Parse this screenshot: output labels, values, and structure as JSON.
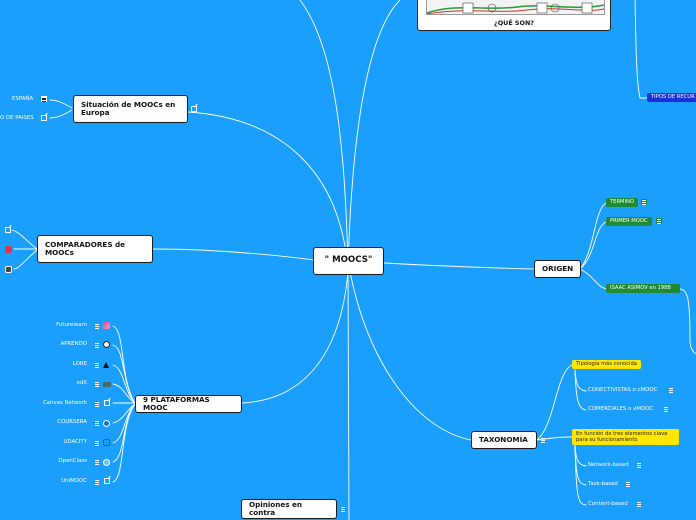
{
  "center": {
    "label": "\" MOOCS\""
  },
  "nodes": {
    "situacion": {
      "label": "Situación de MOOCs en Europa"
    },
    "comparadores": {
      "label": "COMPARADORES de MOOCs"
    },
    "plataformas": {
      "label": "9 PLATAFORMAS MOOC"
    },
    "opiniones": {
      "label": "Opiniones en contra"
    },
    "origen": {
      "label": "ORIGEN"
    },
    "taxonomia": {
      "label": "TAXONOMÍA"
    },
    "que_son": {
      "label": "¿QUÉ SON?"
    }
  },
  "situacion_leaves": [
    {
      "label": "ESPAÑA"
    },
    {
      "label": "O DE PAISES"
    }
  ],
  "plataformas_leaves": [
    {
      "label": "Futurelearn",
      "icon": "futurelearn-logo",
      "color": "#e84393"
    },
    {
      "label": "APRENDO",
      "icon": "github-icon",
      "color": "#ffffff"
    },
    {
      "label": "LORE",
      "icon": "triangle-icon",
      "color": "#111111"
    },
    {
      "label": "edX",
      "icon": "edx-logo",
      "color": "#4a6a6a"
    },
    {
      "label": "Canvas Network",
      "icon": "external-link-icon",
      "color": "#ffffff"
    },
    {
      "label": "COURSERA",
      "icon": "coursera-logo",
      "color": "#1f6fd1"
    },
    {
      "label": "UDACITY",
      "icon": "udacity-logo",
      "color": "#1a7ad6"
    },
    {
      "label": "OpenClass",
      "icon": "openclass-logo",
      "color": "#6bbde8"
    },
    {
      "label": "UniMOOC",
      "icon": "external-link-icon",
      "color": "#ffffff"
    }
  ],
  "origen_leaves": [
    {
      "label": "TERMINO"
    },
    {
      "label": "PRIMER MOOC"
    },
    {
      "label": "ISAAC ASIMOV en 1988"
    }
  ],
  "tipos": {
    "label": "TIPOS DE RECUR"
  },
  "taxonomia_groups": {
    "tipologia": {
      "label": "Tipología más conocida"
    },
    "tipologia_items": [
      {
        "label": "CONECTIVISTAS o cMOOC"
      },
      {
        "label": "COMERCIALES o xMOOC"
      }
    ],
    "funcion": {
      "label": "En función de tres elementos clave para su funcionamiento"
    },
    "funcion_items": [
      {
        "label": "Network-based"
      },
      {
        "label": "Task-based"
      },
      {
        "label": "Content-based"
      }
    ]
  },
  "colors": {
    "background": "#1b9ffd",
    "link": "#ffffff",
    "green": "#1e8b34",
    "blue": "#1d2ed6",
    "yellow": "#ffe600"
  }
}
